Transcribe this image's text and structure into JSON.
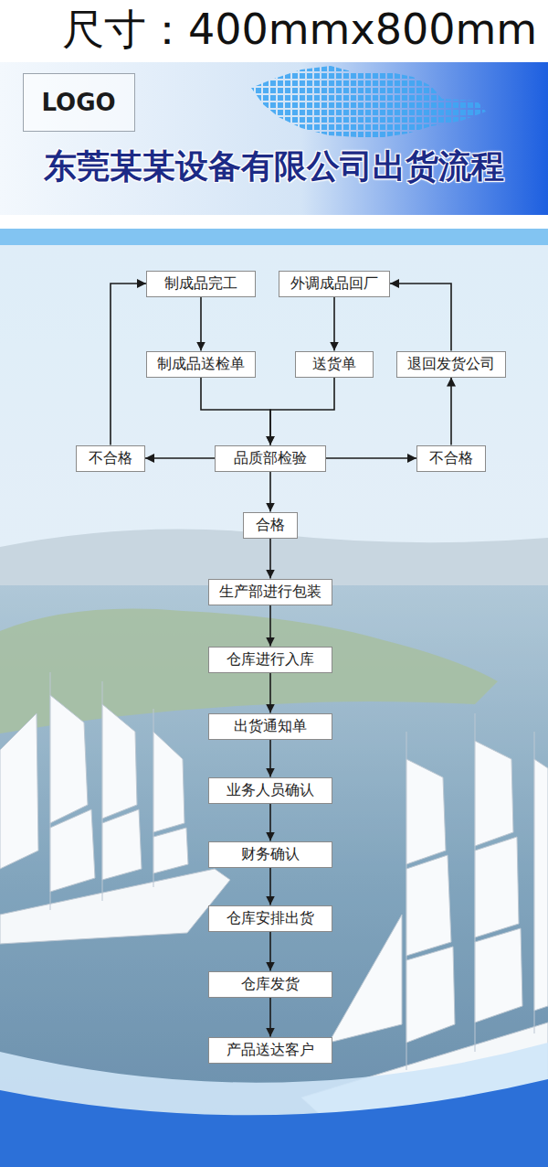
{
  "diagram": {
    "title": "东莞某某设备有限公司出货流程",
    "nodes": [
      {
        "text": [
          "LOGO"
        ]
      },
      {
        "text": [
          "制成品完工"
        ]
      },
      {
        "text": [
          "外调成品回厂"
        ]
      },
      {
        "text": [
          "制成品送检单"
        ]
      },
      {
        "text": [
          "送货单"
        ]
      },
      {
        "text": [
          "退回发货公司"
        ]
      },
      {
        "text": [
          "不合格"
        ]
      },
      {
        "text": [
          "品质部检验"
        ]
      },
      {
        "text": [
          "不合格"
        ]
      },
      {
        "text": [
          "合格"
        ]
      },
      {
        "text": [
          "生产部进行包装"
        ]
      },
      {
        "text": [
          "仓库进行入库"
        ]
      },
      {
        "text": [
          "出货通知单"
        ]
      },
      {
        "text": [
          "业务人员确认"
        ]
      },
      {
        "text": [
          "财务确认"
        ]
      },
      {
        "text": [
          "仓库安排出货"
        ]
      },
      {
        "text": [
          "仓库发货"
        ]
      },
      {
        "text": [
          "产品送达客户"
        ]
      }
    ],
    "edges": [
      {
        "from": 1,
        "to": 3,
        "arrow": "to"
      },
      {
        "from": 2,
        "to": 4,
        "arrow": "to"
      },
      {
        "from": 3,
        "to": 7,
        "arrow": "to"
      },
      {
        "from": 4,
        "to": 7,
        "arrow": "to"
      },
      {
        "from": 7,
        "to": 6,
        "arrow": "to"
      },
      {
        "from": 7,
        "to": 8,
        "arrow": "to"
      },
      {
        "from": 6,
        "to": 1,
        "arrow": "to"
      },
      {
        "from": 8,
        "to": 5,
        "arrow": "to"
      },
      {
        "from": 5,
        "to": 2,
        "arrow": "to"
      },
      {
        "from": 7,
        "to": 9,
        "arrow": "to"
      },
      {
        "from": 9,
        "to": 10,
        "arrow": "to"
      },
      {
        "from": 10,
        "to": 11,
        "arrow": "to"
      },
      {
        "from": 11,
        "to": 12,
        "arrow": "to"
      },
      {
        "from": 12,
        "to": 13,
        "arrow": "to"
      },
      {
        "from": 13,
        "to": 14,
        "arrow": "to"
      },
      {
        "from": 14,
        "to": 15,
        "arrow": "to"
      },
      {
        "from": 15,
        "to": 16,
        "arrow": "to"
      },
      {
        "from": 16,
        "to": 17,
        "arrow": "to"
      }
    ],
    "labels": [
      "尺寸：400mmx800mm"
    ]
  }
}
